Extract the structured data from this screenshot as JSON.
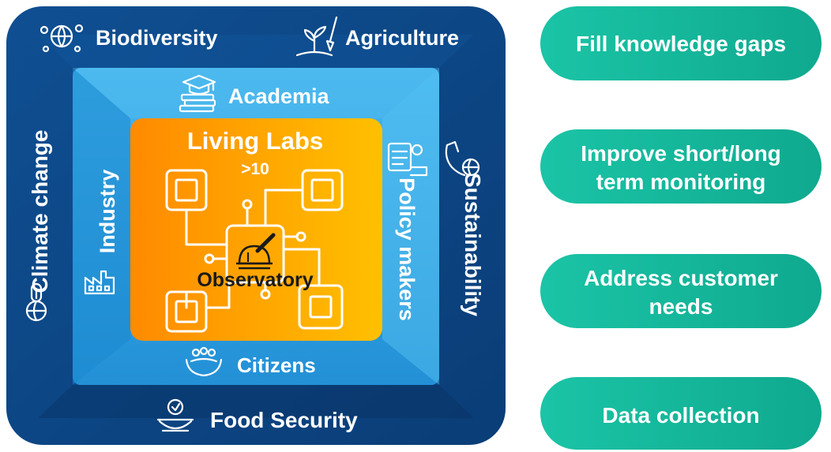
{
  "outer": {
    "top_left": "Biodiversity",
    "top_right": "Agriculture",
    "left": "Climate change",
    "right": "Sustainability",
    "bottom": "Food Security"
  },
  "middle": {
    "top": "Academia",
    "left": "Industry",
    "right": "Policy makers",
    "bottom": "Citizens"
  },
  "center": {
    "title": "Living Labs",
    "count": ">10",
    "core": "Observatory"
  },
  "goals": [
    {
      "line1": "Fill knowledge gaps",
      "line2": ""
    },
    {
      "line1": "Improve short/long",
      "line2": "term monitoring"
    },
    {
      "line1": "Address customer",
      "line2": "needs"
    },
    {
      "line1": "Data collection",
      "line2": ""
    }
  ],
  "colors": {
    "outer_frame": "#0f4f92",
    "outer_frame_dark": "#0a3d77",
    "middle_frame": "#2a9fe0",
    "middle_frame_light": "#4fc0f0",
    "center_left": "#ff8a00",
    "center_right": "#ffc000",
    "pill": "#12b79c",
    "pill_light": "#2cd4b6",
    "core_text": "#1a1a1a"
  },
  "icons": {
    "biodiversity": "globe-animals-icon",
    "agriculture": "plant-shovel-icon",
    "academia": "graduation-books-icon",
    "climate": "globe-thermometer-icon",
    "industry": "factory-icon",
    "policy": "documents-icon",
    "sustainability": "hand-globe-icon",
    "citizens": "hands-people-icon",
    "food": "food-bowl-icon",
    "observatory": "telescope-observatory-icon"
  }
}
